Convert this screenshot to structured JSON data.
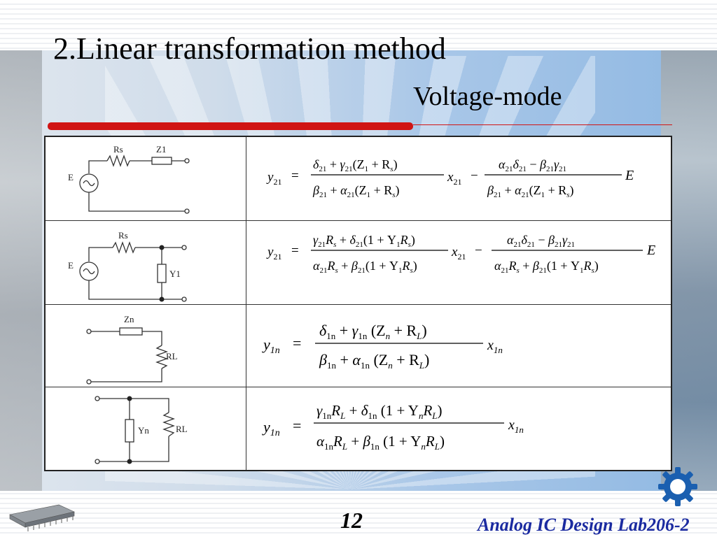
{
  "slide": {
    "title": "2.Linear transformation method",
    "subtitle": "Voltage-mode",
    "page_number": "12",
    "footer": "Analog IC Design Lab206-2"
  },
  "rows": [
    {
      "labels": {
        "rs": "Rs",
        "z1": "Z1",
        "e": "E"
      },
      "lhs": "21",
      "num1": [
        "δ",
        "21",
        " + ",
        "γ",
        "21",
        "(Z",
        "1",
        " + R",
        "s",
        ")"
      ],
      "den1": [
        "β",
        "21",
        " + ",
        "α",
        "21",
        "(Z",
        "1",
        " + R",
        "s",
        ")"
      ],
      "num2": [
        "α",
        "21",
        "δ",
        "21",
        " − ",
        "β",
        "21",
        "γ",
        "21"
      ],
      "den2": [
        "β",
        "21",
        " + ",
        "α",
        "21",
        "(Z",
        "1",
        " + R",
        "s",
        ")"
      ]
    },
    {
      "labels": {
        "rs": "Rs",
        "y1": "Y1",
        "e": "E"
      },
      "lhs": "21",
      "num1": [
        "γ",
        "21",
        "R",
        "s",
        " + ",
        "δ",
        "21",
        "(1 + Y",
        "1",
        "R",
        "s",
        ")"
      ],
      "den1": [
        "α",
        "21",
        "R",
        "s",
        " + ",
        "β",
        "21",
        "(1 + Y",
        "1",
        "R",
        "s",
        ")"
      ],
      "num2": [
        "α",
        "21",
        "δ",
        "21",
        " − ",
        "β",
        "21",
        "γ",
        "21"
      ],
      "den2": [
        "α",
        "21",
        "R",
        "s",
        " + ",
        "β",
        "21",
        "(1 + Y",
        "1",
        "R",
        "s",
        ")"
      ]
    },
    {
      "labels": {
        "zn": "Zn",
        "rl": "RL"
      },
      "lhs": "1n",
      "num": [
        "δ",
        "1n",
        " + ",
        "γ",
        "1n",
        " (Z",
        "n",
        " + R",
        "L",
        ")"
      ],
      "den": [
        "β",
        "1n",
        " + ",
        "α",
        "1n",
        " (Z",
        "n",
        " + R",
        "L",
        ")"
      ]
    },
    {
      "labels": {
        "yn": "Yn",
        "rl": "RL"
      },
      "lhs": "1n",
      "num": [
        "γ",
        "1n",
        "R",
        "L",
        " + ",
        "δ",
        "1n",
        " (1 + Y",
        "n",
        "R",
        "L",
        ")"
      ],
      "den": [
        "α",
        "1n",
        "R",
        "L",
        " + ",
        "β",
        "1n",
        " (1 + Y",
        "n",
        "R",
        "L",
        ")"
      ]
    }
  ],
  "symbols": {
    "y": "y",
    "x": "x",
    "eq": "=",
    "minus": "−",
    "E": "E"
  }
}
